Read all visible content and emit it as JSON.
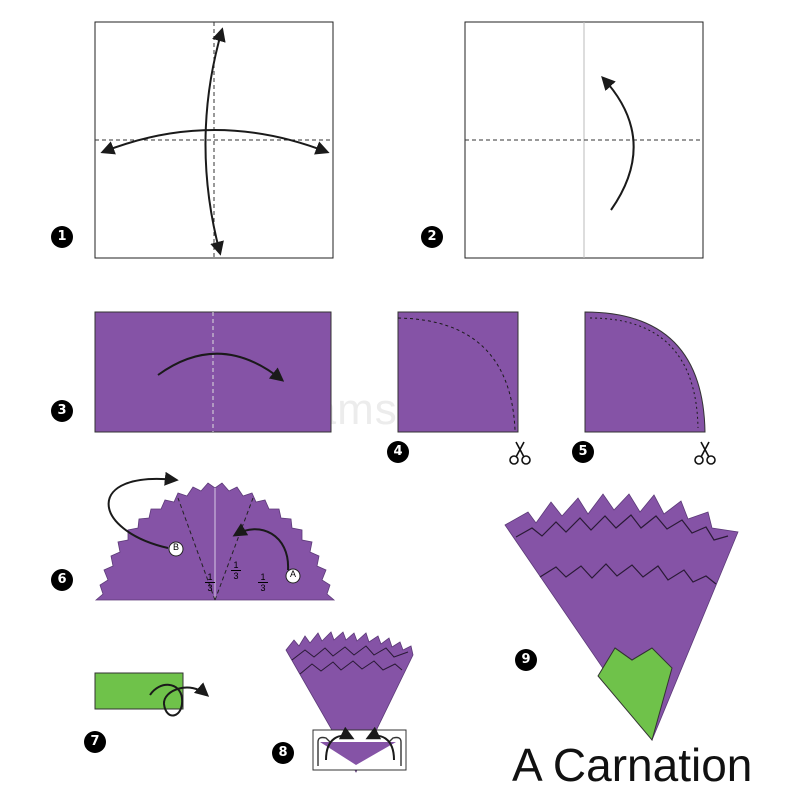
{
  "title": "A Carnation",
  "watermark": "dreamstime",
  "colors": {
    "purple": "#8553a6",
    "purple_dark": "#6f4390",
    "green": "#6fc24a",
    "line": "#1a1a1a",
    "paper_white": "#ffffff"
  },
  "steps": [
    {
      "number": "1"
    },
    {
      "number": "2"
    },
    {
      "number": "3"
    },
    {
      "number": "4"
    },
    {
      "number": "5"
    },
    {
      "number": "6"
    },
    {
      "number": "7"
    },
    {
      "number": "8"
    },
    {
      "number": "9"
    }
  ],
  "step6_labels": {
    "point_a": "A",
    "point_b": "B",
    "fraction_numerator": "1",
    "fraction_denominator": "3"
  },
  "icons": [
    "scissors-icon",
    "fold-arrow-icon"
  ]
}
